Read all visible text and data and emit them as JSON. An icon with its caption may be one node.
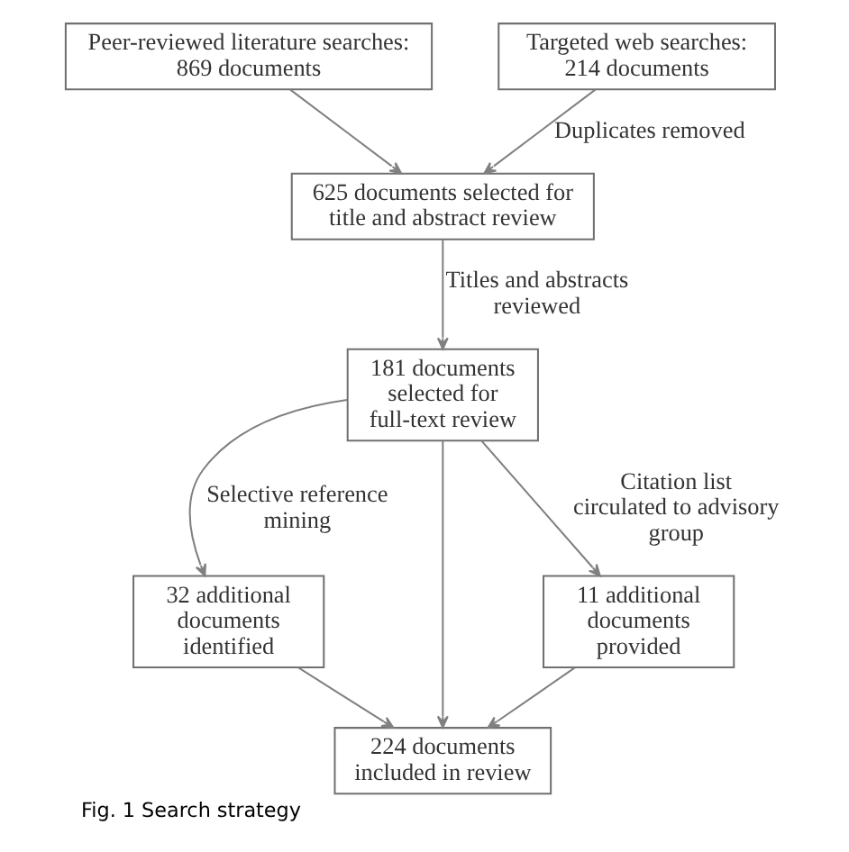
{
  "diagram": {
    "caption": "Fig. 1 Search strategy",
    "nodes": [
      {
        "text": [
          "Peer-reviewed literature searches: 869 documents"
        ]
      },
      {
        "text": [
          "Targeted web searches: 214 documents"
        ]
      },
      {
        "text": [
          "625 documents selected for title and abstract review"
        ]
      },
      {
        "text": [
          "181 documents selected for full-text review"
        ]
      },
      {
        "text": [
          "32 additional documents identified"
        ]
      },
      {
        "text": [
          "11 additional documents provided"
        ]
      },
      {
        "text": [
          "224 documents included in review"
        ]
      }
    ],
    "edges": [
      {
        "from": 0,
        "to": 2,
        "arrow": "to"
      },
      {
        "from": 1,
        "to": 2,
        "arrow": "to",
        "label": "Duplicates removed"
      },
      {
        "from": 2,
        "to": 3,
        "arrow": "to",
        "label": "Titles and abstracts reviewed"
      },
      {
        "from": 3,
        "to": 4,
        "arrow": "to",
        "label": "Selective reference mining"
      },
      {
        "from": 3,
        "to": 6,
        "arrow": "to"
      },
      {
        "from": 3,
        "to": 5,
        "arrow": "to",
        "label": "Citation list circulated to advisory group"
      },
      {
        "from": 4,
        "to": 6,
        "arrow": "to"
      },
      {
        "from": 5,
        "to": 6,
        "arrow": "to"
      }
    ]
  }
}
